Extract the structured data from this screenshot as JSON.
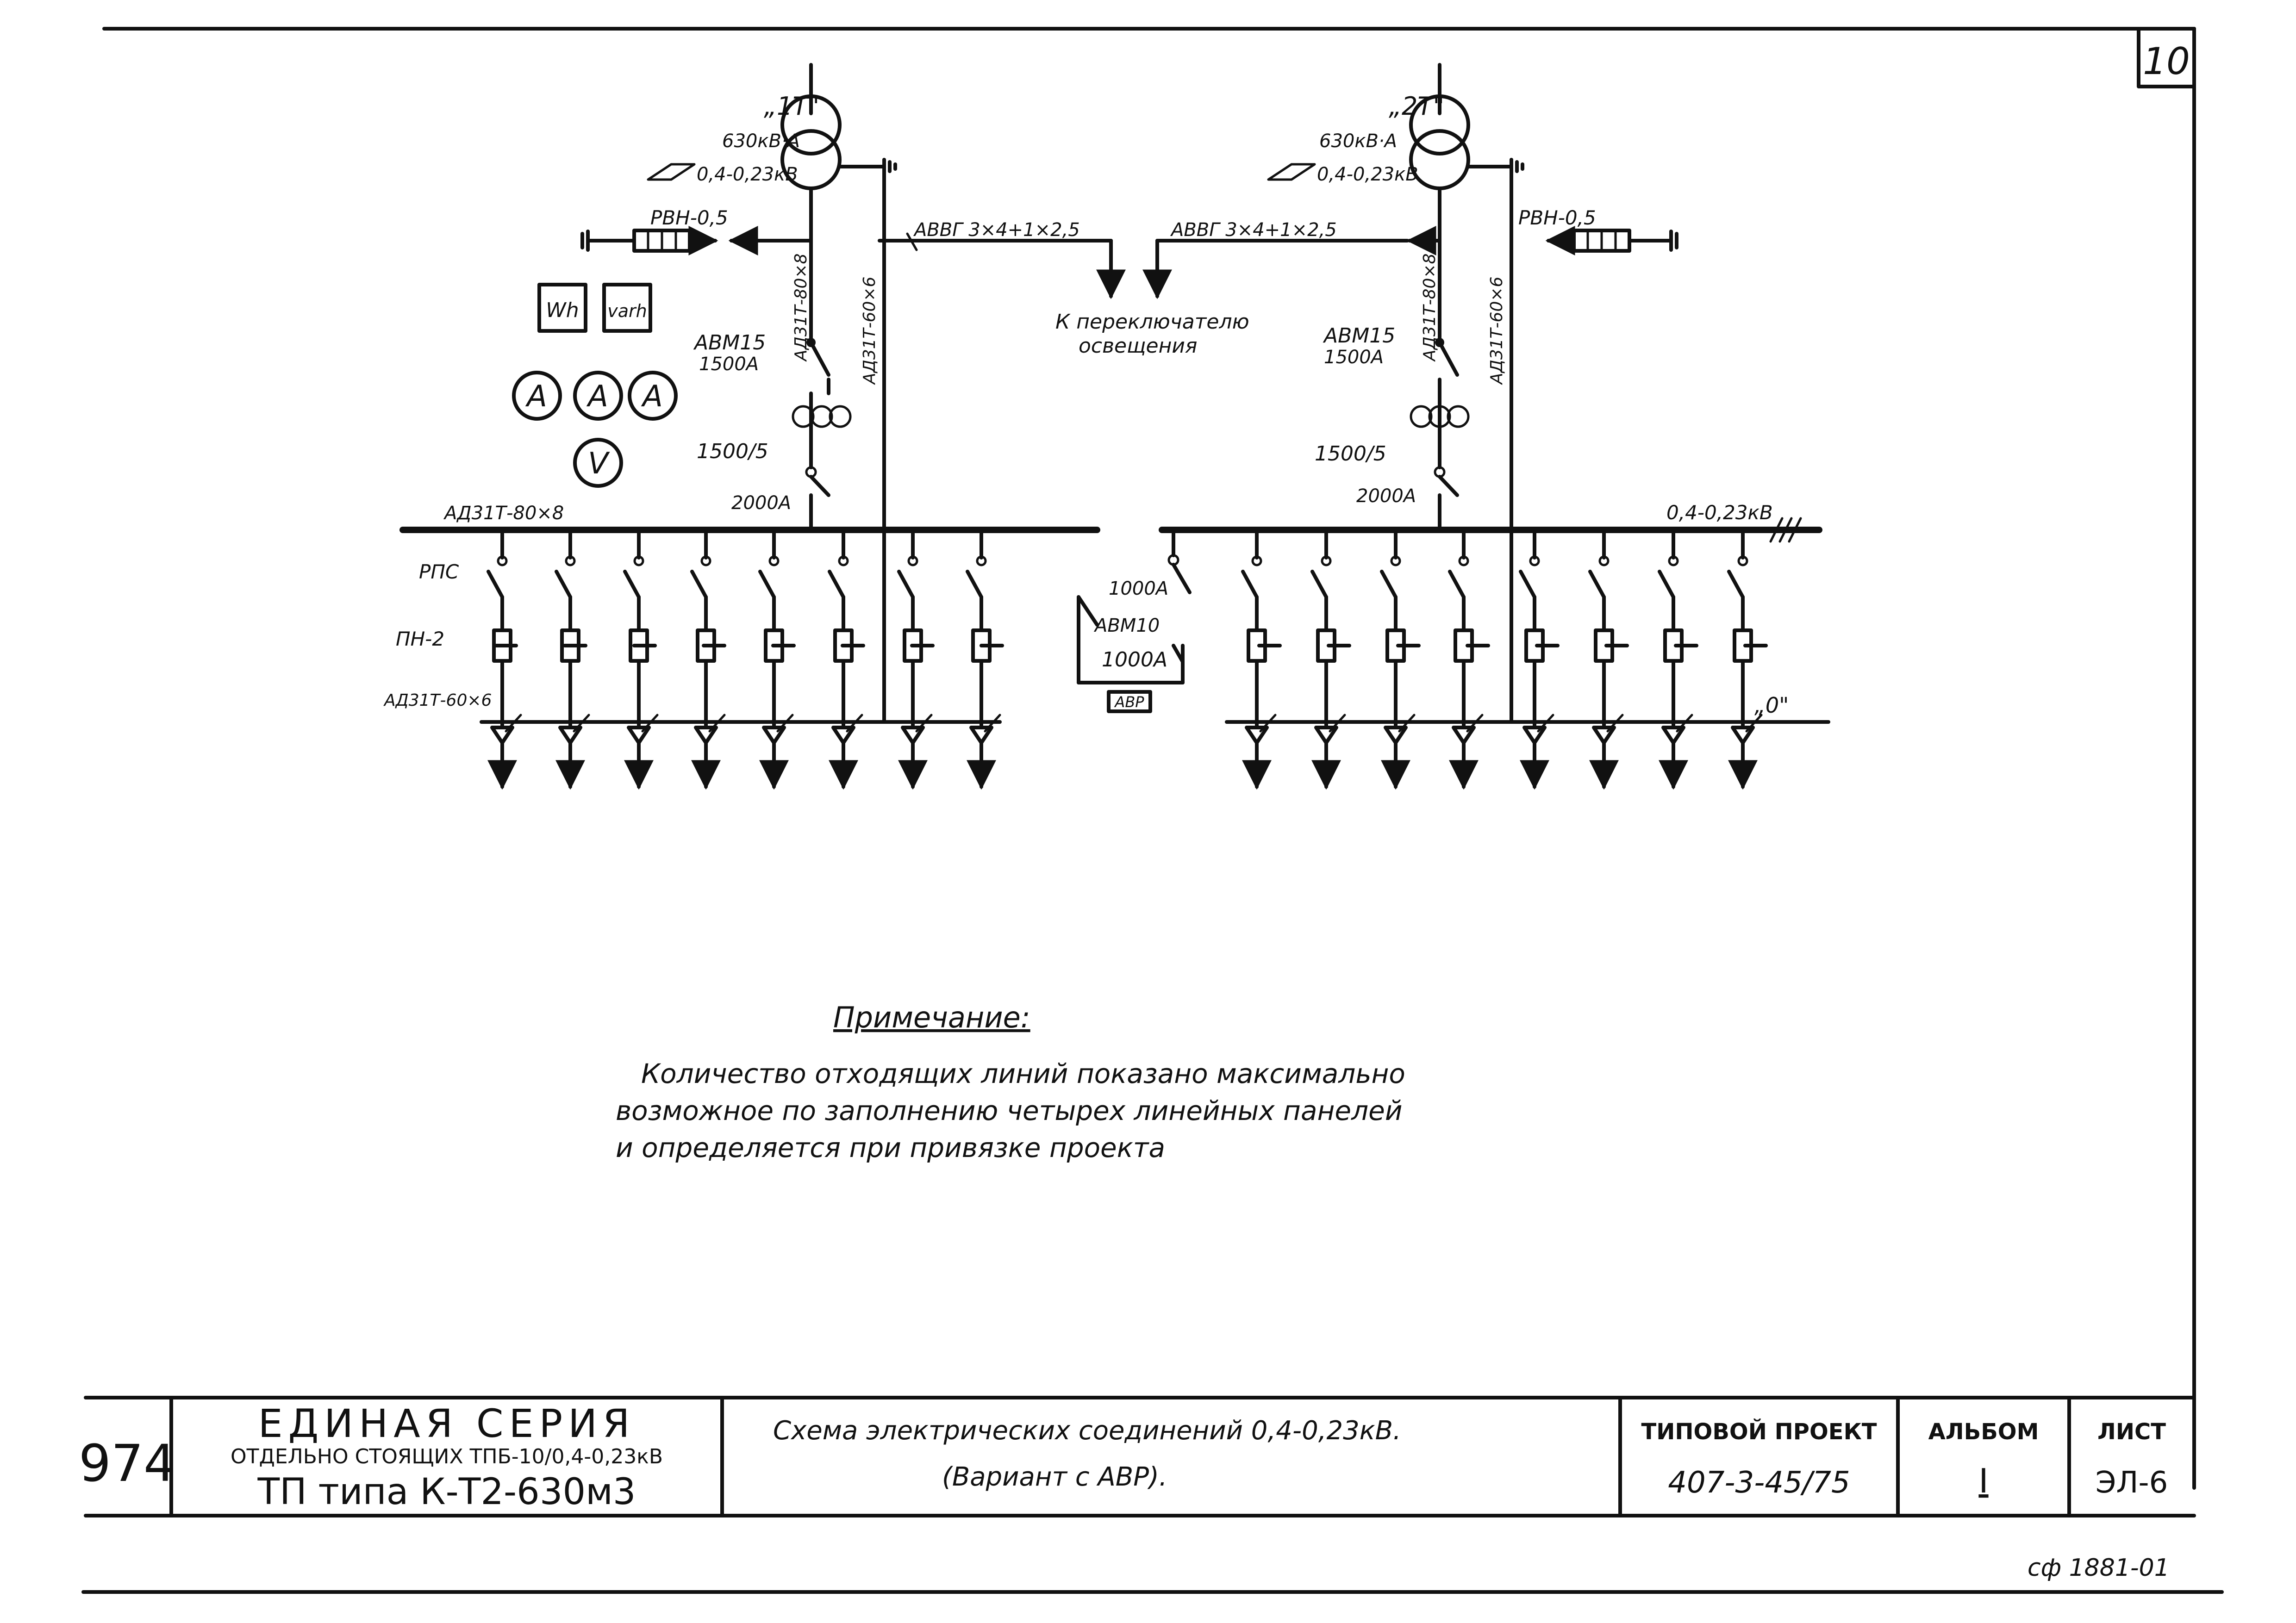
{
  "sheet_number": "10",
  "transformers": [
    {
      "name": "„1Т\"",
      "rating": "630кВ·А",
      "voltage": "0,4-0,23кВ"
    },
    {
      "name": "„2Т\"",
      "rating": "630кВ·А",
      "voltage": "0,4-0,23кВ"
    }
  ],
  "labels": {
    "rvn_left": "РВН-0,5",
    "rvn_right": "РВН-0,5",
    "cable_left": "АВВГ 3×4+1×2,5",
    "cable_right": "АВВГ 3×4+1×2,5",
    "lighting_1": "К переключателю",
    "lighting_2": "освещения",
    "avm_left_1": "АВМ15",
    "avm_left_2": "1500А",
    "avm_right_1": "АВМ15",
    "avm_right_2": "1500А",
    "ct_left": "1500/5",
    "ct_right": "1500/5",
    "cur_left": "2000А",
    "cur_right": "2000А",
    "bus_vert_left_1": "АД31Т-80×8",
    "bus_vert_left_2": "АД31Т-60×6",
    "bus_vert_right_1": "АД31Т-80×8",
    "bus_vert_right_2": "АД31Т-60×6",
    "bus_left": "АД31Т-80×8",
    "bus_right": "0,4-0,23кВ",
    "rps": "РПС",
    "pn2": "ПН-2",
    "zero_bus": "АД31Т-60×6",
    "tie_1": "1000А",
    "tie_2": "АВМ10",
    "tie_3": "1000А",
    "avr": "АВР",
    "zero": "„0\"",
    "meter_wh": "Wh",
    "meter_varh": "varh",
    "ammeter": "A",
    "voltmeter": "V"
  },
  "note": {
    "title": "Примечание:",
    "lines": [
      "Количество отходящих линий показано максимально",
      "возможное по заполнению четырех линейных панелей",
      "и определяется при привязке проекта"
    ]
  },
  "title_block": {
    "code": "974",
    "series_1": "ЕДИНАЯ СЕРИЯ",
    "series_2": "ОТДЕЛЬНО СТОЯЩИХ ТПБ-10/0,4-0,23кВ",
    "series_3": "ТП типа К-Т2-630м3",
    "desc_1": "Схема электрических соединений 0,4-0,23кВ.",
    "desc_2": "(Вариант с АВР).",
    "project_label": "ТИПОВОЙ ПРОЕКТ",
    "project_value": "407-3-45/75",
    "album_label": "АЛЬБОМ",
    "album_value": "I",
    "sheet_label": "ЛИСТ",
    "sheet_value": "ЭЛ-6"
  },
  "stamp": "сф 1881-01"
}
